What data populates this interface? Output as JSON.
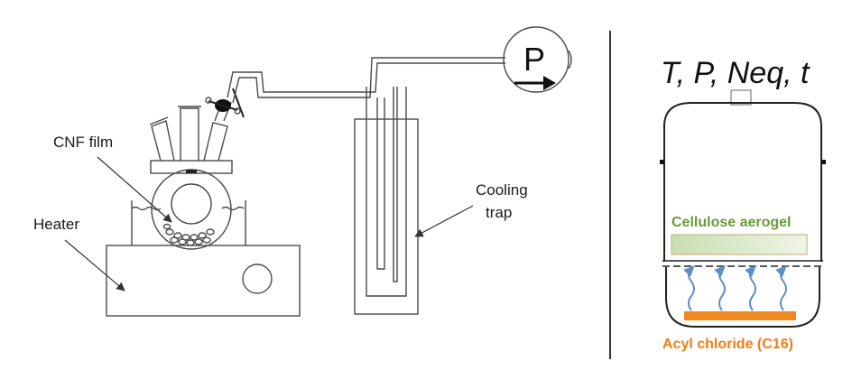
{
  "left_panel": {
    "labels": {
      "cnf_film": "CNF film",
      "heater": "Heater",
      "cooling_trap_line1": "Cooling",
      "cooling_trap_line2": "trap"
    },
    "pump_symbol": "P"
  },
  "right_panel": {
    "parameters": "T, P, Neq, t",
    "aerogel_label": "Cellulose aerogel",
    "acyl_label": "Acyl chloride (C16)"
  },
  "colors": {
    "line": "#4a4a4a",
    "aerogel_text": "#6a9a3a",
    "aerogel_fill": "#d9e8c4",
    "acyl_text": "#ef7d16",
    "acyl_fill": "#f08a1e",
    "vapor_arrow": "#5b8fc9",
    "divider": "#333333"
  }
}
